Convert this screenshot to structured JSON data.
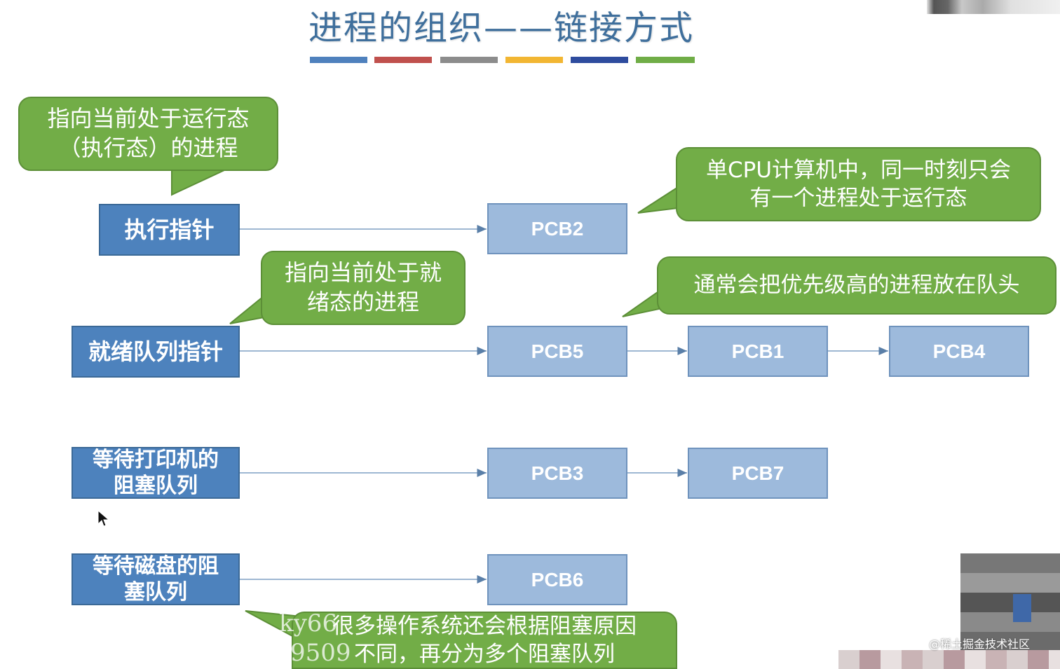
{
  "title": "进程的组织——链接方式",
  "color_bars": [
    "#4f81bd",
    "#c0504d",
    "#8c8c8c",
    "#f2b632",
    "#2e4c9e",
    "#70ad47"
  ],
  "pointers": {
    "exec": "执行指针",
    "ready": "就绪队列指针",
    "printer_block": "等待打印机的阻塞队列",
    "disk_block": "等待磁盘的阻塞队列"
  },
  "pointer_lines": {
    "printer_block": [
      "等待打印机的",
      "阻塞队列"
    ],
    "disk_block": [
      "等待磁盘的阻",
      "塞队列"
    ]
  },
  "pcbs": {
    "pcb2": "PCB2",
    "pcb5": "PCB5",
    "pcb1": "PCB1",
    "pcb4": "PCB4",
    "pcb3": "PCB3",
    "pcb7": "PCB7",
    "pcb6": "PCB6"
  },
  "callouts": {
    "exec_note": [
      "指向当前处于运行态",
      "（执行态）的进程"
    ],
    "single_cpu_note": [
      "单CPU计算机中，同一时刻只会",
      "有一个进程处于运行态"
    ],
    "ready_note": [
      "指向当前处于就",
      "绪态的进程"
    ],
    "priority_note": [
      "通常会把优先级高的进程放在队头"
    ],
    "block_note": [
      "很多操作系统还会根据阻塞原因",
      "不同，再分为多个阻塞队列"
    ]
  },
  "overlay_texts": [
    "ky66",
    "9509"
  ],
  "watermark": "@稀土掘金技术社区",
  "icons": [
    "mouse-cursor-icon"
  ]
}
